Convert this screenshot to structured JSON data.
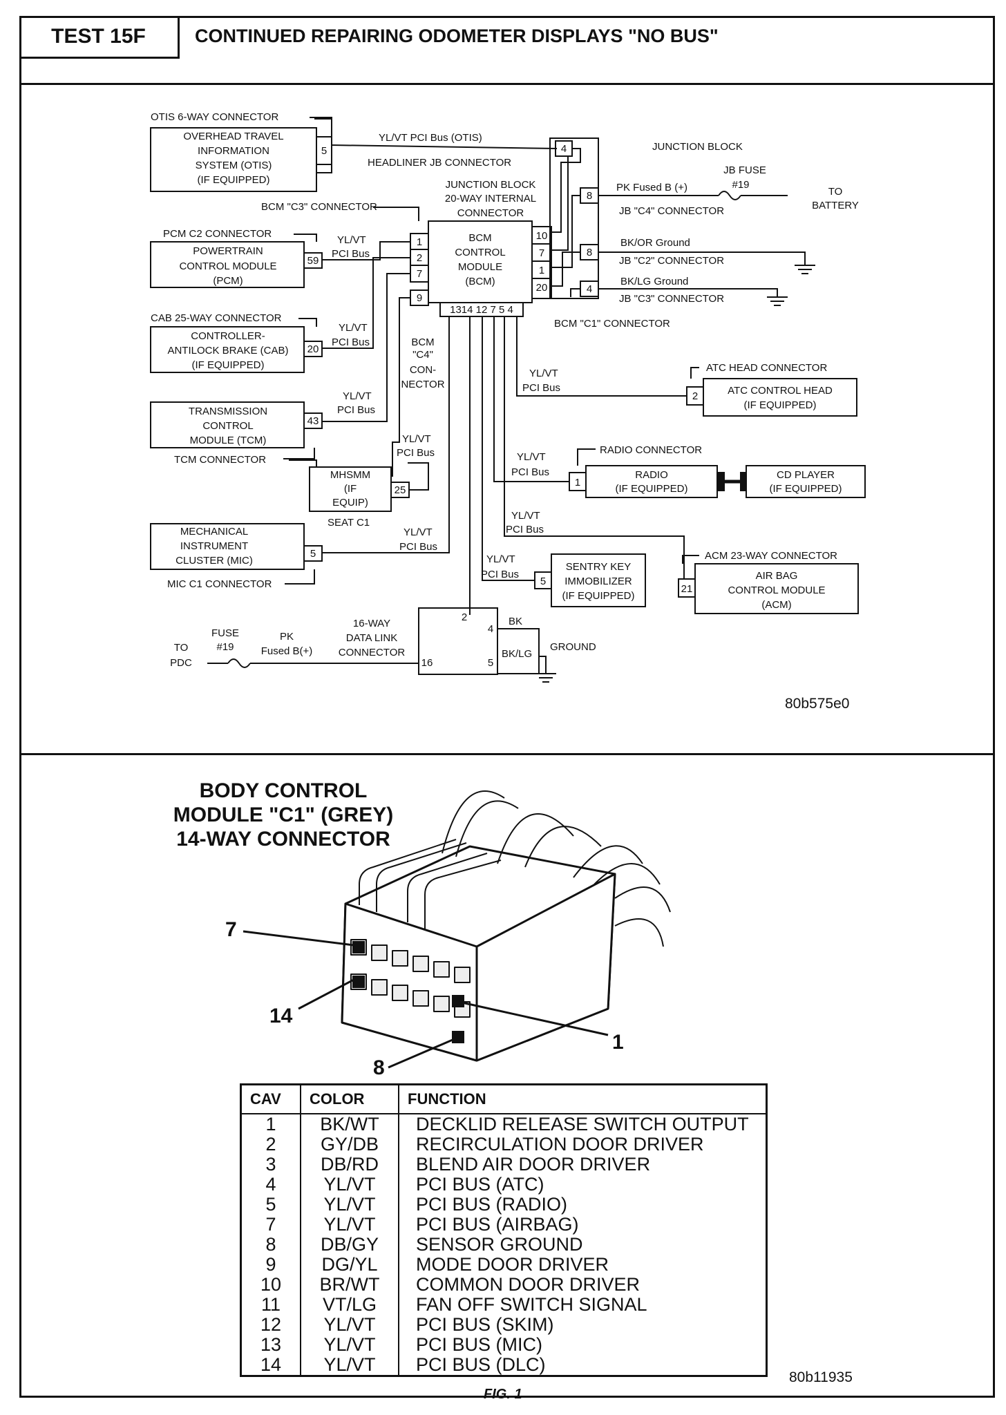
{
  "header": {
    "test_id": "TEST 15F",
    "title": "CONTINUED REPAIRING ODOMETER DISPLAYS \"NO BUS\""
  },
  "diagram": {
    "code": "80b575e0",
    "bcm": {
      "name": [
        "BCM",
        "CONTROL",
        "MODULE",
        "(BCM)"
      ],
      "left_pins": [
        "1",
        "2",
        "7"
      ],
      "left_pin_extra": "9",
      "right_pins": [
        "10",
        "7",
        "1",
        "20"
      ],
      "bottom_pins": "1314 12 7 5 4"
    },
    "labels": {
      "otis_conn": "OTIS 6-WAY CONNECTOR",
      "otis": [
        "OVERHEAD TRAVEL",
        "INFORMATION",
        "SYSTEM (OTIS)",
        "(IF EQUIPPED)"
      ],
      "otis_pin": "5",
      "otis_wire": "YL/VT PCI Bus (OTIS)",
      "headliner": "HEADLINER JB CONNECTOR",
      "jb_internal": [
        "JUNCTION BLOCK",
        "20-WAY INTERNAL",
        "CONNECTOR"
      ],
      "junction_block": "JUNCTION BLOCK",
      "jb_pin_top": "4",
      "jb_pins": [
        "8",
        "8",
        "4"
      ],
      "jb_fuse": [
        "JB FUSE",
        "#19"
      ],
      "pk_fused": "PK Fused B (+)",
      "to_battery": [
        "TO",
        "BATTERY"
      ],
      "jb_c4": "JB \"C4\" CONNECTOR",
      "bk_or": "BK/OR Ground",
      "jb_c2": "JB \"C2\" CONNECTOR",
      "bk_lg": "BK/LG Ground",
      "jb_c3": "JB \"C3\" CONNECTOR",
      "bcm_c3": "BCM \"C3\" CONNECTOR",
      "bcm_c1": "BCM \"C1\" CONNECTOR",
      "bcm_c4": [
        "BCM",
        "\"C4\"",
        "CON-",
        "NECTOR"
      ],
      "pcm_conn": "PCM C2 CONNECTOR",
      "pcm": [
        "POWERTRAIN",
        "CONTROL MODULE",
        "(PCM)"
      ],
      "pcm_pin": "59",
      "cab_conn": "CAB 25-WAY CONNECTOR",
      "cab": [
        "CONTROLLER-",
        "ANTILOCK BRAKE (CAB)",
        "(IF EQUIPPED)"
      ],
      "cab_pin": "20",
      "tcm": [
        "TRANSMISSION",
        "CONTROL",
        "MODULE (TCM)"
      ],
      "tcm_pin": "43",
      "tcm_conn": "TCM CONNECTOR",
      "mhsmm": [
        "MHSMM",
        "(IF",
        "EQUIP)"
      ],
      "mhsmm_pin": "25",
      "seat_c1": "SEAT C1",
      "mic": [
        "MECHANICAL",
        "INSTRUMENT",
        "CLUSTER (MIC)"
      ],
      "mic_pin": "5",
      "mic_conn": "MIC C1 CONNECTOR",
      "ylvt": "YL/VT",
      "pci_bus": "PCI Bus",
      "atc_conn": "ATC HEAD CONNECTOR",
      "atc": [
        "ATC CONTROL HEAD",
        "(IF EQUIPPED)"
      ],
      "atc_pin": "2",
      "radio_conn": "RADIO CONNECTOR",
      "radio": [
        "RADIO",
        "(IF EQUIPPED)"
      ],
      "radio_pin": "1",
      "cd": [
        "CD PLAYER",
        "(IF EQUIPPED)"
      ],
      "skim": [
        "SENTRY KEY",
        "IMMOBILIZER",
        "(IF EQUIPPED)"
      ],
      "skim_pin": "5",
      "acm_conn": "ACM 23-WAY CONNECTOR",
      "acm": [
        "AIR BAG",
        "CONTROL MODULE",
        "(ACM)"
      ],
      "acm_pin": "21",
      "dlc": [
        "16-WAY",
        "DATA LINK",
        "CONNECTOR"
      ],
      "dlc_pins": [
        "2",
        "4",
        "16",
        "5"
      ],
      "bk": "BK",
      "bklg": "BK/LG",
      "ground": "GROUND",
      "to_pdc": [
        "TO",
        "PDC"
      ],
      "fuse": [
        "FUSE",
        "#19"
      ],
      "pk": [
        "PK",
        "Fused B(+)"
      ]
    }
  },
  "connector_fig": {
    "title": [
      "BODY CONTROL",
      "MODULE \"C1\" (GREY)",
      "14-WAY CONNECTOR"
    ],
    "callouts": [
      "7",
      "14",
      "1",
      "8"
    ],
    "code": "80b11935",
    "caption": "FIG. 1"
  },
  "table": {
    "headers": [
      "CAV",
      "COLOR",
      "FUNCTION"
    ],
    "rows": [
      [
        "1",
        "BK/WT",
        "DECKLID RELEASE SWITCH OUTPUT"
      ],
      [
        "2",
        "GY/DB",
        "RECIRCULATION DOOR DRIVER"
      ],
      [
        "3",
        "DB/RD",
        "BLEND AIR DOOR DRIVER"
      ],
      [
        "4",
        "YL/VT",
        "PCI BUS (ATC)"
      ],
      [
        "5",
        "YL/VT",
        "PCI BUS (RADIO)"
      ],
      [
        "7",
        "YL/VT",
        "PCI BUS (AIRBAG)"
      ],
      [
        "8",
        "DB/GY",
        "SENSOR GROUND"
      ],
      [
        "9",
        "DG/YL",
        "MODE DOOR DRIVER"
      ],
      [
        "10",
        "BR/WT",
        "COMMON DOOR DRIVER"
      ],
      [
        "11",
        "VT/LG",
        "FAN OFF SWITCH SIGNAL"
      ],
      [
        "12",
        "YL/VT",
        "PCI BUS (SKIM)"
      ],
      [
        "13",
        "YL/VT",
        "PCI BUS (MIC)"
      ],
      [
        "14",
        "YL/VT",
        "PCI BUS (DLC)"
      ]
    ]
  }
}
